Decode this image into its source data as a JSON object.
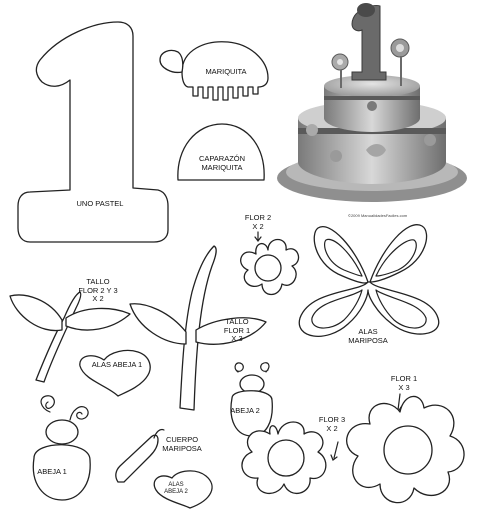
{
  "labels": {
    "uno_pastel": "UNO PASTEL",
    "mariquita": "MARIQUITA",
    "caparazon": "CAPARAZÓN\nMARIQUITA",
    "flor2_top": "FLOR 2\nX 2",
    "tallo_flor23": "TALLO\nFLOR 2 Y 3\nX 2",
    "tallo_flor1": "TALLO\nFLOR 1\nX 3",
    "alas_abeja1": "ALAS ABEJA 1",
    "alas_mariposa": "ALAS\nMARIPOSA",
    "abeja2": "ABEJA 2",
    "flor1": "FLOR 1\nX 3",
    "flor3": "FLOR 3\nX 2",
    "abeja1": "ABEJA 1",
    "cuerpo_mariposa": "CUERPO\nMARIPOSA",
    "alas_abeja2": "ALAS\nABEJA 2"
  },
  "photo": {
    "credit": "©2009 ManualidadesFaciles.com"
  }
}
